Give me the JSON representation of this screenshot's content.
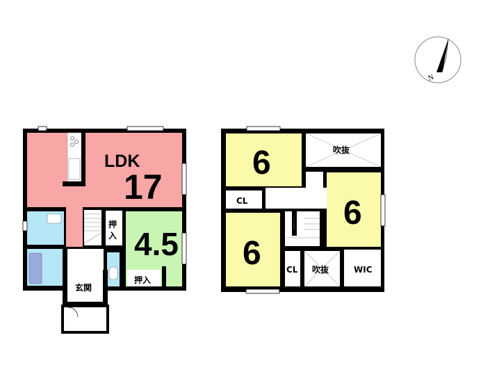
{
  "colors": {
    "ldk": "#f8a6a6",
    "washitsu": "#c8f5b4",
    "water": "#b4e6f5",
    "bedroom": "#fafaaa",
    "wall": "#000000"
  },
  "compass": {
    "north_label": "N"
  },
  "floor1": {
    "ldk": {
      "label": "LDK",
      "size": "17"
    },
    "washitsu": {
      "size": "4.5"
    },
    "closet_a": "押",
    "closet_a2": "入",
    "closet_b": "押入",
    "entrance": "玄関"
  },
  "floor2": {
    "bedroom_nw": "6",
    "bedroom_e": "6",
    "bedroom_sw": "6",
    "void_top": "吹抜",
    "void_bottom": "吹抜",
    "closet_w": "CL",
    "closet_s": "CL",
    "wic": "WIC"
  }
}
